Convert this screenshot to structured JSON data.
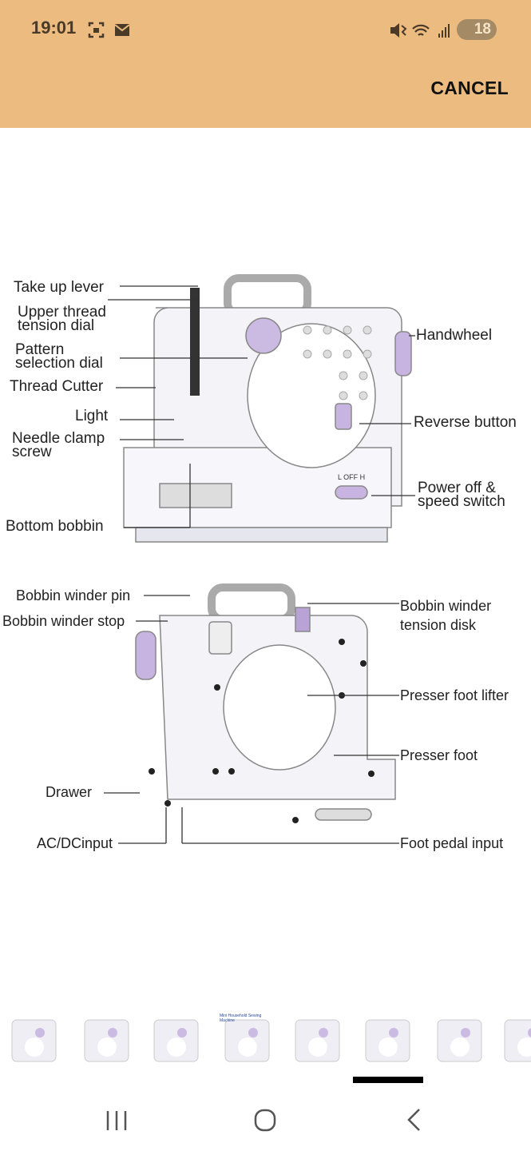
{
  "status_bar": {
    "time": "19:01",
    "battery": "18",
    "icons": [
      "screenshot-icon",
      "mail-icon",
      "mute-icon",
      "wifi-icon",
      "signal-icon",
      "battery-icon"
    ]
  },
  "header": {
    "cancel_label": "CANCEL"
  },
  "colors": {
    "header_bg": "#ecbb80",
    "accent_purple": "#b9a3d6",
    "indicator": "#000000"
  },
  "diagram": {
    "front_labels": [
      "Take up lever",
      "Upper thread tension dial",
      "Pattern selection dial",
      "Thread Cutter",
      "Light",
      "Needle clamp screw",
      "Bottom bobbin",
      "Handwheel",
      "Reverse button",
      "Power off & speed switch"
    ],
    "switch_text": "L OFF H",
    "back_labels": [
      "Bobbin winder pin",
      "Bobbin winder stop",
      "Drawer",
      "AC/DCinput",
      "Bobbin winder tension disk",
      "Presser foot lifter",
      "Presser foot",
      "Foot pedal input"
    ]
  },
  "gallery": {
    "thumbnail_count": 8,
    "selected_index": 5,
    "thumb4_caption": "Mini Household Sewing Machine"
  },
  "nav": {
    "buttons": [
      "recent-apps",
      "home",
      "back"
    ]
  }
}
